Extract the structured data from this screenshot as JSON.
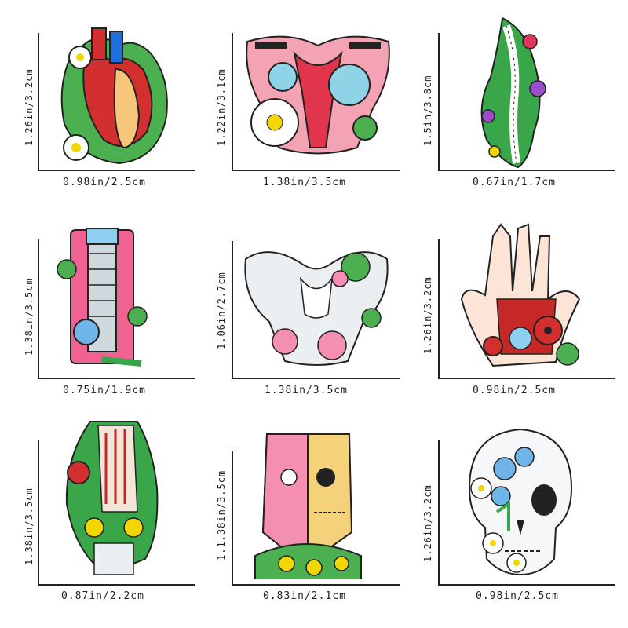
{
  "pins": [
    {
      "id": "heart",
      "name": "Heart",
      "height_label": "1.26in/3.2cm",
      "width_label": "0.98in/2.5cm"
    },
    {
      "id": "uterus",
      "name": "Uterus",
      "height_label": "1.22in/3.1cm",
      "width_label": "1.38in/3.5cm"
    },
    {
      "id": "spine",
      "name": "Spine",
      "height_label": "1.5in/3.8cm",
      "width_label": "0.67in/1.7cm"
    },
    {
      "id": "throat",
      "name": "Throat",
      "height_label": "1.38in/3.5cm",
      "width_label": "0.75in/1.9cm"
    },
    {
      "id": "pelvis",
      "name": "Pelvis",
      "height_label": "1.06in/2.7cm",
      "width_label": "1.38in/3.5cm"
    },
    {
      "id": "hand",
      "name": "Hand",
      "height_label": "1.26in/3.2cm",
      "width_label": "0.98in/2.5cm"
    },
    {
      "id": "foot",
      "name": "Foot",
      "height_label": "1.38in/3.5cm",
      "width_label": "0.87in/2.2cm"
    },
    {
      "id": "head",
      "name": "Head",
      "height_label": "1.1.38in/3.5cm",
      "width_label": "0.83in/2.1cm"
    },
    {
      "id": "skull",
      "name": "Skull",
      "height_label": "1.26in/3.2cm",
      "width_label": "0.98in/2.5cm"
    }
  ]
}
